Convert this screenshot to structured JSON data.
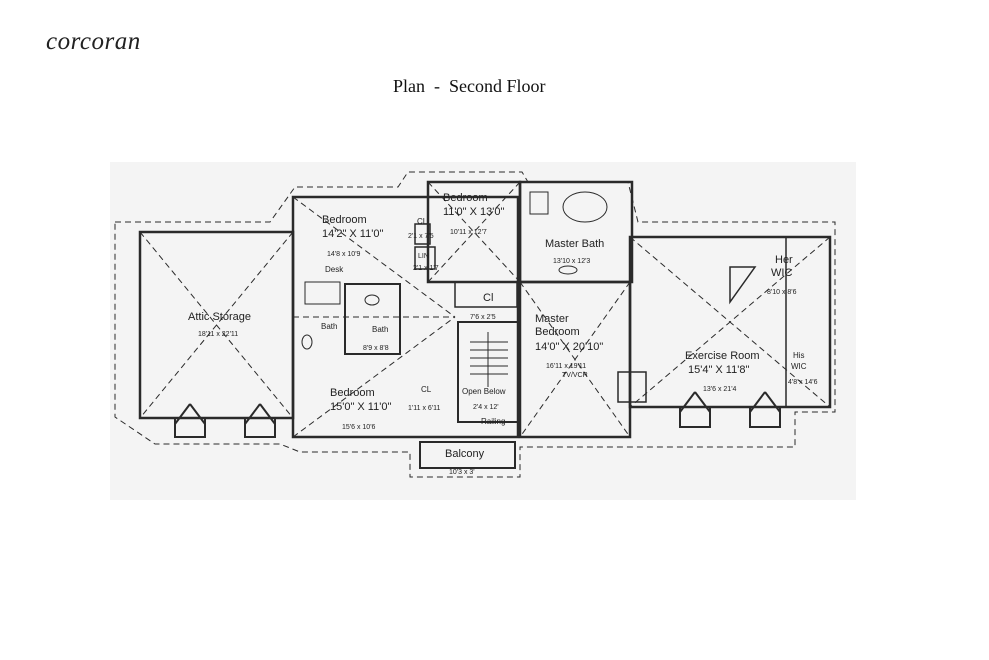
{
  "brand": {
    "logo_text": "corcoran"
  },
  "header": {
    "title": "Plan  -  Second Floor"
  },
  "rooms": {
    "attic": {
      "name": "Attic Storage",
      "dim": "18'11 x 22'11"
    },
    "bedroom_nw": {
      "name": "Bedroom",
      "size": "14'2\" X 11'0\"",
      "dim": "14'8 x 10'9"
    },
    "bedroom_n": {
      "name": "Bedroom",
      "size": "11'0\" X 13'0\"",
      "dim": "10'11 x 12'7"
    },
    "bedroom_sw": {
      "name": "Bedroom",
      "size": "15'0\" X 11'0\"",
      "dim": "15'6 x 10'6"
    },
    "closet_nw": {
      "name": "CL",
      "dim": "2'1 x 7'5"
    },
    "linen": {
      "name": "LIN",
      "dim": "2'1 x 1'7"
    },
    "desk": {
      "name": "Desk"
    },
    "bath_left": {
      "name": "Bath"
    },
    "bath_right": {
      "name": "Bath",
      "dim": "8'9 x 8'8"
    },
    "closet_sw": {
      "name": "CL",
      "dim": "1'11 x 6'11"
    },
    "hall_closet": {
      "name": "Cl",
      "dim": "7'6 x 2'5"
    },
    "open_below": {
      "name": "Open Below",
      "dim": "2'4 x 12'"
    },
    "railing": {
      "name": "Railing"
    },
    "balcony": {
      "name": "Balcony",
      "dim": "10'3 x 3'"
    },
    "master_bath": {
      "name": "Master Bath",
      "dim": "13'10 x 12'3"
    },
    "master_bedroom": {
      "name1": "Master",
      "name2": "Bedroom",
      "size": "14'0\" X 20'10\"",
      "dim": "16'11 x 19'11",
      "note": "TV/VCR"
    },
    "her_wic": {
      "name1": "Her",
      "name2": "WIC",
      "dim": "8'10 x 8'6"
    },
    "his_wic": {
      "name1": "His",
      "name2": "WIC",
      "dim": "4'8 x 14'6"
    },
    "exercise": {
      "name": "Exercise Room",
      "size": "15'4\" X 11'8\"",
      "dim": "13'6 x 21'4"
    }
  },
  "colors": {
    "line": "#2a2a2a",
    "background_band": "#f4f4f4"
  }
}
